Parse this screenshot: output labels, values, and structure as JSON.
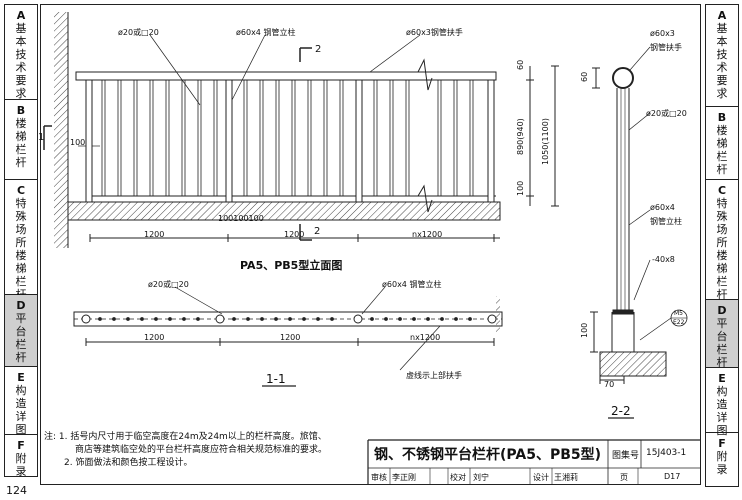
{
  "page_number": "124",
  "left_tabs": [
    {
      "letter": "A",
      "text": [
        "基",
        "本",
        "技",
        "术",
        "要",
        "求"
      ],
      "active": false
    },
    {
      "letter": "B",
      "text": [
        "楼",
        "梯",
        "栏",
        "杆"
      ],
      "active": false
    },
    {
      "letter": "C",
      "text": [
        "特",
        "殊",
        "场",
        "所",
        "楼",
        "梯",
        "栏",
        "杆"
      ],
      "active": false
    },
    {
      "letter": "D",
      "text": [
        "平",
        "台",
        "栏",
        "杆"
      ],
      "active": true
    },
    {
      "letter": "E",
      "text": [
        "构",
        "造",
        "详",
        "图"
      ],
      "active": false
    },
    {
      "letter": "F",
      "text": [
        "附",
        "录"
      ],
      "active": false
    }
  ],
  "right_tabs": [
    {
      "letter": "A",
      "text": [
        "基",
        "本",
        "技",
        "术",
        "要",
        "求"
      ],
      "active": false
    },
    {
      "letter": "B",
      "text": [
        "楼",
        "梯",
        "栏",
        "杆"
      ],
      "active": false
    },
    {
      "letter": "C",
      "text": [
        "特",
        "殊",
        "场",
        "所",
        "楼",
        "梯",
        "栏",
        "杆"
      ],
      "active": false
    },
    {
      "letter": "D",
      "text": [
        "平",
        "台",
        "栏",
        "杆"
      ],
      "active": true
    },
    {
      "letter": "E",
      "text": [
        "构",
        "造",
        "详",
        "图"
      ],
      "active": false
    },
    {
      "letter": "F",
      "text": [
        "附",
        "录"
      ],
      "active": false
    }
  ],
  "elevation": {
    "caption": "PA5、PB5型立面图",
    "label_baluster": "ø20或□20",
    "label_post": "ø60x4 钢管立柱",
    "label_handrail": "ø60x3钢管扶手",
    "dim_60": "60",
    "dim_890": "890(940)",
    "dim_1050": "1050(1100)",
    "dim_100_left": "100",
    "dim_100_bottom": "100",
    "dim_1200_a": "1200",
    "dim_1200_b": "1200",
    "dim_nx1200": "nx1200",
    "dim_100x3": "100100100",
    "section_1": "1",
    "section_2": "2"
  },
  "plan": {
    "caption": "1-1",
    "label_baluster": "ø20或□20",
    "label_post": "ø60x4 钢管立柱",
    "label_dashed": "虚线示上部扶手",
    "dim_1200_a": "1200",
    "dim_1200_b": "1200",
    "dim_nx1200": "nx1200"
  },
  "section": {
    "caption": "2-2",
    "label_handrail_a": "ø60x3",
    "label_handrail_b": "钢管扶手",
    "label_baluster": "ø20或□20",
    "label_post_a": "ø60x4",
    "label_post_b": "钢管立柱",
    "label_plate": "-40x8",
    "dim_60": "60",
    "dim_100": "100",
    "dim_70": "70",
    "weld_a": "M5",
    "weld_b": "E22"
  },
  "notes": {
    "prefix": "注:",
    "line1": "1. 括号内尺寸用于临空高度在24m及24m以上的栏杆高度。旅馆、",
    "line2": "商店等建筑临空处的平台栏杆高度应符合相关规范标准的要求。",
    "line3": "2. 饰面做法和颜色按工程设计。"
  },
  "title_block": {
    "title": "钢、不锈钢平台栏杆(PA5、PB5型)",
    "atlas_label": "图集号",
    "atlas_no": "15J403-1",
    "review_label": "审核",
    "reviewer": "李正刚",
    "check_label": "校对",
    "checker": "刘宁",
    "design_label": "设计",
    "designer": "王湘莉",
    "page_label": "页",
    "page_no": "D17"
  }
}
